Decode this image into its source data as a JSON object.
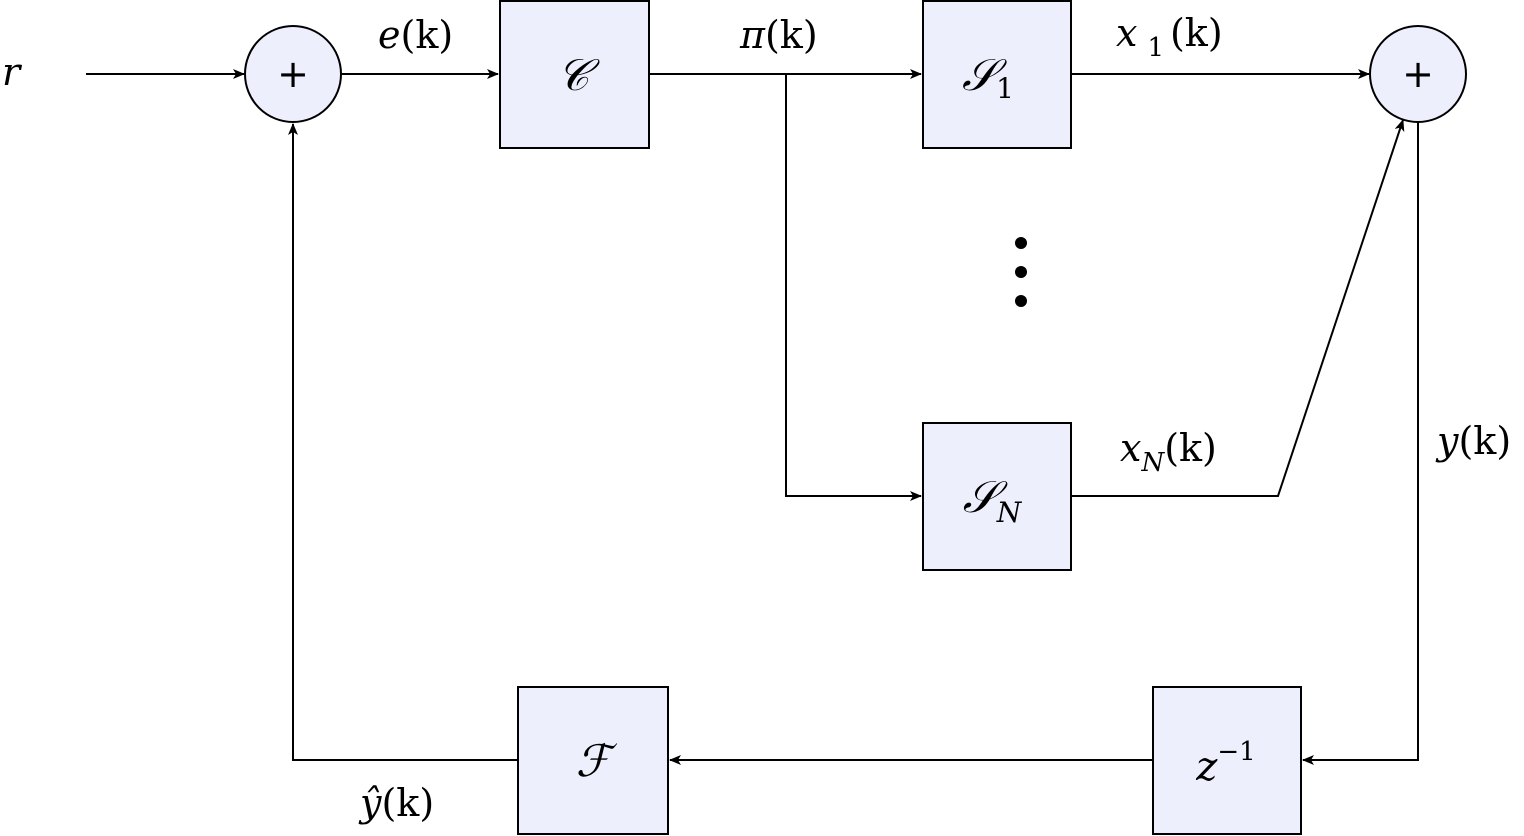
{
  "diagram": {
    "input": {
      "var": "r"
    },
    "sum_top": {
      "sign": "+"
    },
    "sum_right": {
      "sign": "+"
    },
    "controller": {
      "glyph": "𝒞"
    },
    "system1": {
      "glyph": "𝒮",
      "sub": "1"
    },
    "systemN": {
      "glyph": "𝒮",
      "sub": "N"
    },
    "filter": {
      "glyph": "ℱ"
    },
    "delay": {
      "base": "z",
      "sup": "−1"
    },
    "ellipsis": {
      "symbol": "⋮"
    },
    "signals": {
      "error": {
        "base": "e",
        "arg": "(k)"
      },
      "control": {
        "base": "π",
        "arg": "(k)"
      },
      "x1": {
        "base": "x",
        "sub": "1",
        "arg": "(k)"
      },
      "xN": {
        "base": "x",
        "sub": "N",
        "arg": "(k)"
      },
      "output": {
        "base": "y",
        "arg": "(k)"
      },
      "estimate": {
        "base": "ŷ",
        "arg": "(k)"
      }
    }
  }
}
